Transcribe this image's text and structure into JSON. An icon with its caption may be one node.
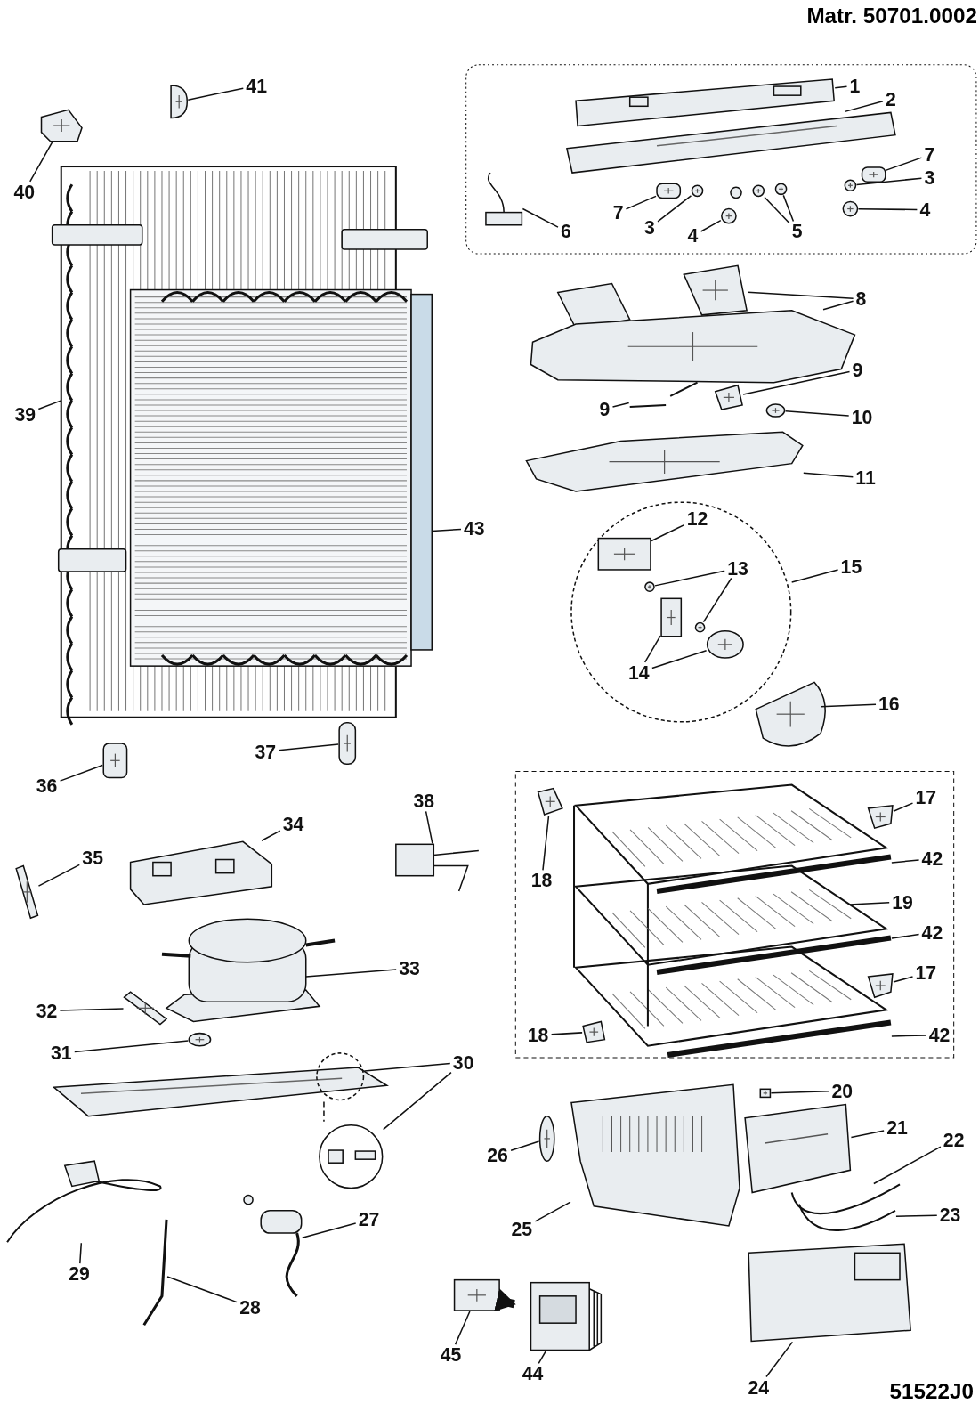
{
  "diagram": {
    "nodes": [
      {
        "text": [
          "41"
        ]
      },
      {
        "text": [
          "40"
        ]
      },
      {
        "text": [
          "39"
        ]
      },
      {
        "text": [
          "43"
        ]
      },
      {
        "text": [
          "37"
        ]
      },
      {
        "text": [
          "36"
        ]
      },
      {
        "text": [
          "34"
        ]
      },
      {
        "text": [
          "35"
        ]
      },
      {
        "text": [
          "38"
        ]
      },
      {
        "text": [
          "33"
        ]
      },
      {
        "text": [
          "32"
        ]
      },
      {
        "text": [
          "31"
        ]
      },
      {
        "text": [
          "30"
        ]
      },
      {
        "text": [
          "29"
        ]
      },
      {
        "text": [
          "27"
        ]
      },
      {
        "text": [
          "28"
        ]
      },
      {
        "text": [
          "1"
        ]
      },
      {
        "text": [
          "2"
        ]
      },
      {
        "text": [
          "7"
        ]
      },
      {
        "text": [
          "3"
        ]
      },
      {
        "text": [
          "4"
        ]
      },
      {
        "text": [
          "7"
        ]
      },
      {
        "text": [
          "3"
        ]
      },
      {
        "text": [
          "4"
        ]
      },
      {
        "text": [
          "5"
        ]
      },
      {
        "text": [
          "6"
        ]
      },
      {
        "text": [
          "8"
        ]
      },
      {
        "text": [
          "9"
        ]
      },
      {
        "text": [
          "9"
        ]
      },
      {
        "text": [
          "10"
        ]
      },
      {
        "text": [
          "11"
        ]
      },
      {
        "text": [
          "12"
        ],
        "in": 90
      },
      {
        "text": [
          "13"
        ],
        "in": 90
      },
      {
        "text": [
          "15"
        ]
      },
      {
        "text": [
          "14"
        ],
        "in": 90
      },
      {
        "text": [
          "16"
        ]
      },
      {
        "text": [
          "17"
        ]
      },
      {
        "text": [
          "18"
        ]
      },
      {
        "text": [
          "42"
        ]
      },
      {
        "text": [
          "19"
        ]
      },
      {
        "text": [
          "42"
        ]
      },
      {
        "text": [
          "17"
        ]
      },
      {
        "text": [
          "18"
        ]
      },
      {
        "text": [
          "42"
        ]
      },
      {
        "text": [
          "20"
        ]
      },
      {
        "text": [
          "21"
        ]
      },
      {
        "text": [
          "22"
        ]
      },
      {
        "text": [
          "26"
        ]
      },
      {
        "text": [
          "25"
        ]
      },
      {
        "text": [
          "23"
        ]
      },
      {
        "text": [
          "45"
        ]
      },
      {
        "text": [
          "44"
        ]
      },
      {
        "text": [
          "24"
        ]
      },
      {
        "text": [],
        "shape": "picture"
      },
      {
        "text": [],
        "shape": "picture"
      },
      {
        "text": [],
        "shape": "picture"
      },
      {
        "text": [],
        "shape": "picture",
        "in": 55
      },
      {
        "text": [],
        "shape": "picture"
      },
      {
        "text": [],
        "shape": "picture"
      },
      {
        "text": [],
        "shape": "picture"
      },
      {
        "text": [],
        "shape": "picture"
      },
      {
        "text": [],
        "shape": "picture"
      },
      {
        "text": [],
        "shape": "picture"
      },
      {
        "text": [],
        "shape": "picture"
      },
      {
        "text": [],
        "shape": "picture"
      },
      {
        "text": [],
        "shape": "picture"
      },
      {
        "text": [],
        "shape": "picture"
      },
      {
        "text": [],
        "shape": "picture"
      },
      {
        "text": [],
        "shape": "picture"
      },
      {
        "text": [],
        "shape": "picture"
      },
      {
        "text": [],
        "shape": "picture"
      },
      {
        "text": [],
        "shape": "picture"
      },
      {
        "text": [],
        "shape": "picture"
      },
      {
        "text": [],
        "shape": "picture"
      },
      {
        "text": [],
        "shape": "picture"
      },
      {
        "text": [],
        "shape": "picture"
      },
      {
        "text": [],
        "shape": "picture"
      },
      {
        "text": [],
        "shape": "picture"
      },
      {
        "text": [],
        "shape": "picture"
      },
      {
        "text": [],
        "shape": "picture"
      },
      {
        "text": [],
        "shape": "picture"
      },
      {
        "text": [],
        "shape": "picture"
      },
      {
        "text": [],
        "shape": "picture"
      },
      {
        "text": [],
        "shape": "picture"
      },
      {
        "text": [],
        "shape": "picture"
      },
      {
        "text": [],
        "shape": "picture"
      },
      {
        "text": [],
        "shape": "picture"
      },
      {
        "text": [],
        "shape": "picture",
        "in": 90
      },
      {
        "text": [],
        "shape": "picture",
        "in": 90
      },
      {
        "text": [],
        "shape": "picture",
        "in": 90
      },
      {
        "text": [],
        "shape": "circle"
      },
      {
        "text": [],
        "shape": "picture",
        "in": 90
      },
      {
        "text": [],
        "shape": "picture",
        "in": 90
      },
      {
        "text": [],
        "shape": "picture"
      },
      {
        "text": [],
        "shape": "picture"
      },
      {
        "text": [],
        "shape": "picture"
      },
      {
        "text": [],
        "shape": "picture"
      },
      {
        "text": [],
        "shape": "picture"
      },
      {
        "text": [],
        "shape": "picture"
      },
      {
        "text": [],
        "shape": "picture"
      },
      {
        "text": [],
        "shape": "picture"
      },
      {
        "text": [],
        "shape": "picture"
      },
      {
        "text": [],
        "shape": "picture"
      },
      {
        "text": [],
        "shape": "picture"
      },
      {
        "text": [],
        "shape": "picture"
      },
      {
        "text": [],
        "shape": "picture"
      },
      {
        "text": [],
        "shape": "picture"
      },
      {
        "text": [],
        "shape": "picture"
      },
      {
        "text": [],
        "shape": "picture"
      },
      {
        "text": [],
        "shape": "picture"
      },
      {
        "text": [],
        "shape": "picture"
      }
    ],
    "edges": [
      {
        "from": 0,
        "to": 53,
        "arrow": "none"
      },
      {
        "from": 1,
        "to": 54,
        "arrow": "none"
      },
      {
        "from": 2,
        "to": 55,
        "arrow": "none"
      },
      {
        "from": 3,
        "to": 56,
        "arrow": "none"
      },
      {
        "from": 4,
        "to": 57,
        "arrow": "none"
      },
      {
        "from": 5,
        "to": 58,
        "arrow": "none"
      },
      {
        "from": 6,
        "to": 59,
        "arrow": "none"
      },
      {
        "from": 7,
        "to": 60,
        "arrow": "none"
      },
      {
        "from": 8,
        "to": 61,
        "arrow": "none"
      },
      {
        "from": 9,
        "to": 62,
        "arrow": "none"
      },
      {
        "from": 10,
        "to": 63,
        "arrow": "none"
      },
      {
        "from": 11,
        "to": 64,
        "arrow": "none"
      },
      {
        "from": 12,
        "to": 65,
        "arrow": "none"
      },
      {
        "from": 12,
        "to": 66,
        "arrow": "none"
      },
      {
        "from": 13,
        "to": 67,
        "arrow": "none"
      },
      {
        "from": 14,
        "to": 68,
        "arrow": "none"
      },
      {
        "from": 15,
        "to": 69,
        "arrow": "none"
      },
      {
        "from": 16,
        "to": 70,
        "arrow": "none"
      },
      {
        "from": 17,
        "to": 71,
        "arrow": "none"
      },
      {
        "from": 18,
        "to": 72,
        "arrow": "none"
      },
      {
        "from": 19,
        "to": 73,
        "arrow": "none"
      },
      {
        "from": 20,
        "to": 74,
        "arrow": "none"
      },
      {
        "from": 21,
        "to": 75,
        "arrow": "none"
      },
      {
        "from": 22,
        "to": 76,
        "arrow": "none"
      },
      {
        "from": 23,
        "to": 77,
        "arrow": "none"
      },
      {
        "from": 24,
        "to": 78,
        "arrow": "none"
      },
      {
        "from": 24,
        "to": 79,
        "arrow": "none"
      },
      {
        "from": 25,
        "to": 80,
        "arrow": "none"
      },
      {
        "from": 26,
        "to": 81,
        "arrow": "none"
      },
      {
        "from": 26,
        "to": 82,
        "arrow": "none"
      },
      {
        "from": 27,
        "to": 83,
        "arrow": "none"
      },
      {
        "from": 28,
        "to": 84,
        "arrow": "none"
      },
      {
        "from": 29,
        "to": 85,
        "arrow": "none"
      },
      {
        "from": 30,
        "to": 86,
        "arrow": "none"
      },
      {
        "from": 31,
        "to": 87,
        "arrow": "none"
      },
      {
        "from": 32,
        "to": 88,
        "arrow": "none"
      },
      {
        "from": 32,
        "to": 89,
        "arrow": "none"
      },
      {
        "from": 33,
        "to": 90,
        "arrow": "none"
      },
      {
        "from": 34,
        "to": 91,
        "arrow": "none"
      },
      {
        "from": 34,
        "to": 92,
        "arrow": "none"
      },
      {
        "from": 35,
        "to": 93,
        "arrow": "none"
      },
      {
        "from": 36,
        "to": 94,
        "arrow": "none"
      },
      {
        "from": 37,
        "to": 95,
        "arrow": "none"
      },
      {
        "from": 38,
        "to": 96,
        "arrow": "none"
      },
      {
        "from": 39,
        "to": 97,
        "arrow": "none"
      },
      {
        "from": 40,
        "to": 98,
        "arrow": "none"
      },
      {
        "from": 41,
        "to": 99,
        "arrow": "none"
      },
      {
        "from": 42,
        "to": 100,
        "arrow": "none"
      },
      {
        "from": 43,
        "to": 101,
        "arrow": "none"
      },
      {
        "from": 44,
        "to": 102,
        "arrow": "none"
      },
      {
        "from": 45,
        "to": 103,
        "arrow": "none"
      },
      {
        "from": 46,
        "to": 104,
        "arrow": "none"
      },
      {
        "from": 47,
        "to": 105,
        "arrow": "none"
      },
      {
        "from": 48,
        "to": 106,
        "arrow": "none"
      },
      {
        "from": 49,
        "to": 107,
        "arrow": "none"
      },
      {
        "from": 50,
        "to": 108,
        "arrow": "none"
      },
      {
        "from": 51,
        "to": 109,
        "arrow": "none"
      },
      {
        "from": 52,
        "to": 110,
        "arrow": "none"
      },
      {
        "from": 108,
        "to": 109,
        "arrow": "to",
        "style": "thick"
      }
    ],
    "labels": [
      "Matr. 50701.0002",
      "51522J0"
    ]
  }
}
